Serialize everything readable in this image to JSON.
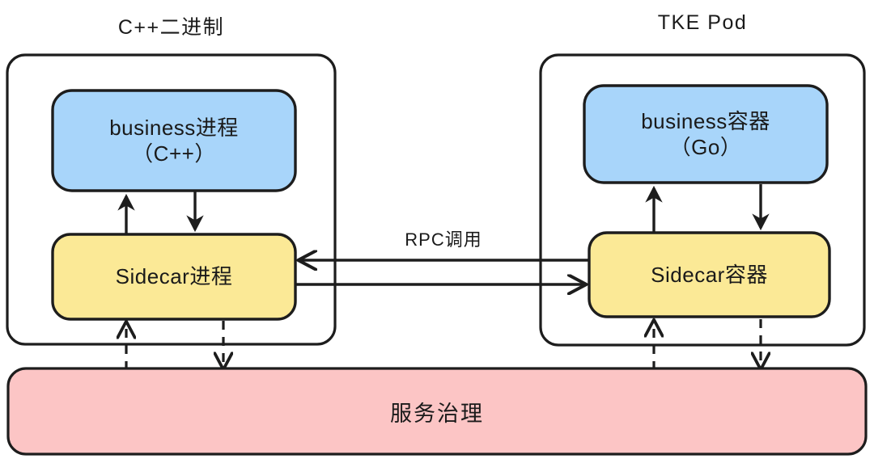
{
  "diagram": {
    "title_left": "C++二进制",
    "title_right": "TKE Pod",
    "edge_label_rpc": "RPC调用",
    "colors": {
      "blue_fill": "#a8d5fa",
      "yellow_fill": "#fbe996",
      "pink_fill": "#fcc5c5",
      "stroke": "#1d1d1d",
      "background": "#ffffff"
    },
    "containers": [
      {
        "name": "cpp-binary",
        "label": "C++二进制"
      },
      {
        "name": "tke-pod",
        "label": "TKE Pod"
      }
    ],
    "nodes": {
      "left_business": {
        "line1": "business进程",
        "line2": "（C++）"
      },
      "right_business": {
        "line1": "business容器",
        "line2": "（Go）"
      },
      "left_sidecar": {
        "line1": "Sidecar进程"
      },
      "right_sidecar": {
        "line1": "Sidecar容器"
      },
      "governance": {
        "line1": "服务治理"
      }
    },
    "edges": [
      {
        "name": "left-sidecar-to-business",
        "style": "solid",
        "direction": "up"
      },
      {
        "name": "left-business-to-sidecar",
        "style": "solid",
        "direction": "down"
      },
      {
        "name": "right-sidecar-to-business",
        "style": "solid",
        "direction": "up"
      },
      {
        "name": "right-business-to-sidecar",
        "style": "solid",
        "direction": "down"
      },
      {
        "name": "rpc-right-to-left",
        "style": "solid",
        "direction": "left",
        "label": "RPC调用"
      },
      {
        "name": "rpc-left-to-right",
        "style": "solid",
        "direction": "right"
      },
      {
        "name": "governance-to-left-sidecar",
        "style": "dashed",
        "direction": "up"
      },
      {
        "name": "left-sidecar-to-governance",
        "style": "dashed",
        "direction": "down"
      },
      {
        "name": "governance-to-right-sidecar",
        "style": "dashed",
        "direction": "up"
      },
      {
        "name": "right-sidecar-to-governance",
        "style": "dashed",
        "direction": "down"
      }
    ]
  }
}
